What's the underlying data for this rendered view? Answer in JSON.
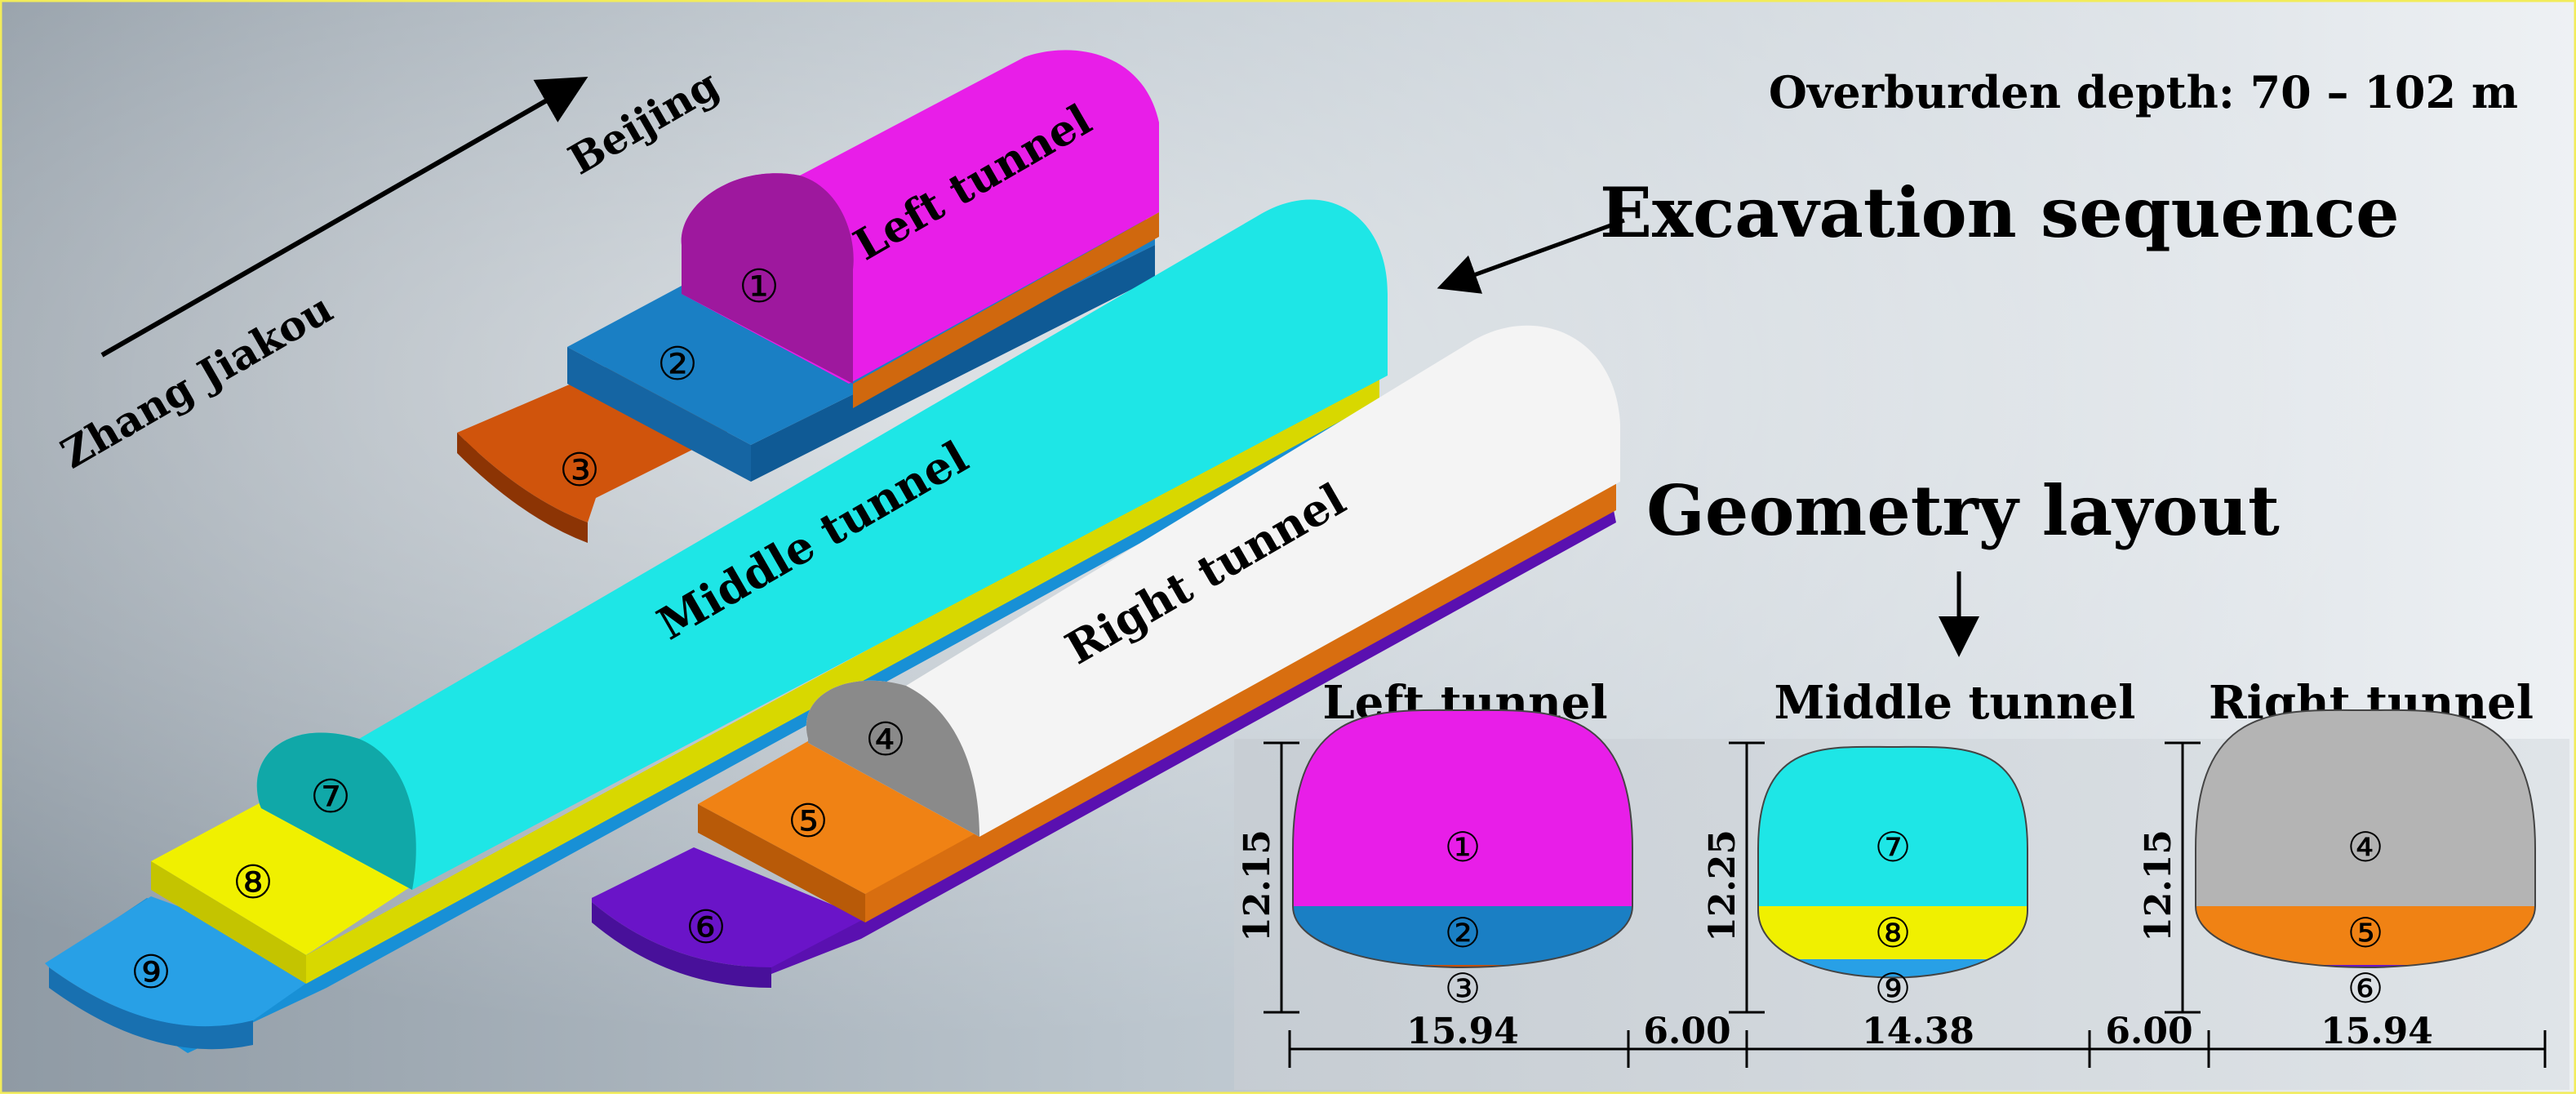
{
  "header": {
    "overburden": "Overburden depth: 70 – 102 m",
    "excavation_title": "Excavation sequence",
    "geometry_title": "Geometry layout"
  },
  "direction": {
    "from": "Zhang Jiakou",
    "to": "Beijing"
  },
  "tunnels_3d": {
    "left_label": "Left tunnel",
    "middle_label": "Middle tunnel",
    "right_label": "Right tunnel"
  },
  "steps": {
    "s1": "①",
    "s2": "②",
    "s3": "③",
    "s4": "④",
    "s5": "⑤",
    "s6": "⑥",
    "s7": "⑦",
    "s8": "⑧",
    "s9": "⑨"
  },
  "sections": {
    "left": {
      "title": "Left tunnel",
      "height": "12.15",
      "width": "15.94"
    },
    "middle": {
      "title": "Middle tunnel",
      "height": "12.25",
      "width": "14.38"
    },
    "right": {
      "title": "Right tunnel",
      "height": "12.15",
      "width": "15.94"
    },
    "spacing_left": "6.00",
    "spacing_right": "6.00"
  },
  "colors": {
    "step1_magenta": "#e81ee8",
    "step2_blue": "#1a7fc4",
    "step3_brown": "#c8500a",
    "step4_gray": "#b4b4b4",
    "step5_orange": "#f08214",
    "step6_purple": "#6a14c8",
    "step7_cyan": "#1ee6e6",
    "step8_yellow": "#f0f000",
    "step9_skyblue": "#28a0e6"
  }
}
